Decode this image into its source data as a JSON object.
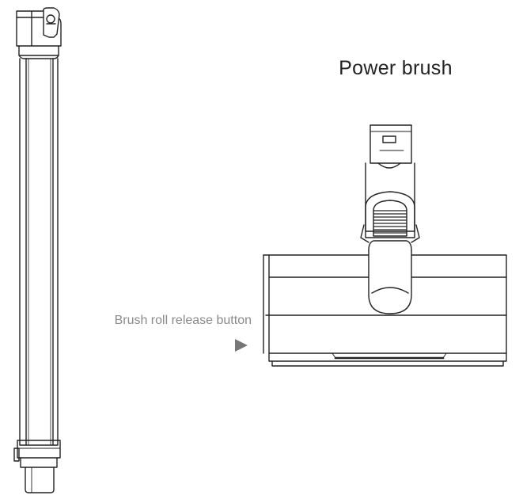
{
  "diagram": {
    "title": "Power brush",
    "callout_label": "Brush roll release button",
    "parts": {
      "extension_tube": "extension-tube",
      "power_brush_head": "power-brush-head"
    }
  }
}
